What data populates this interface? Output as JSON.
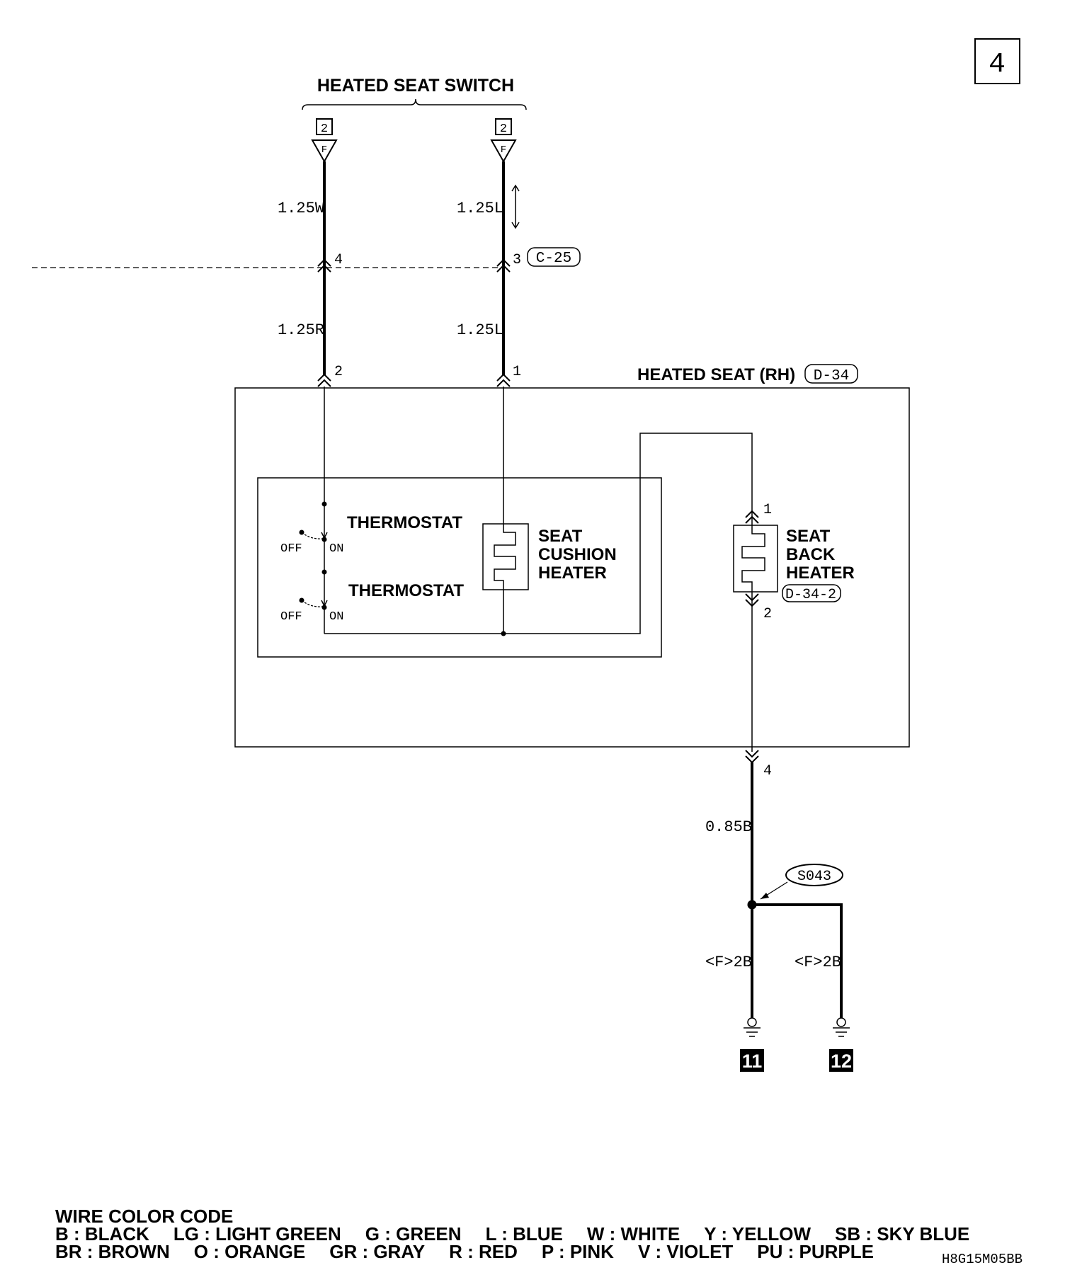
{
  "page_number": "4",
  "switch_title": "HEATED SEAT SWITCH",
  "switch_terminals": [
    {
      "pin": "2",
      "code": "F"
    },
    {
      "pin": "2",
      "code": "F"
    }
  ],
  "wires_upper": [
    "1.25W",
    "1.25L"
  ],
  "connector_c25": {
    "id": "C-25",
    "pins": [
      "4",
      "3"
    ]
  },
  "wires_lower": [
    "1.25R",
    "1.25L"
  ],
  "seat": {
    "title": "HEATED SEAT (RH)",
    "connector": "D-34",
    "pins_in": [
      "2",
      "1"
    ],
    "thermostat_label": "THERMOSTAT",
    "off_label": "OFF",
    "on_label": "ON",
    "cushion_heater": [
      "SEAT",
      "CUSHION",
      "HEATER"
    ],
    "back_heater": [
      "SEAT",
      "BACK",
      "HEATER"
    ],
    "back_heater_connector": "D-34-2",
    "back_heater_pins": [
      "1",
      "2"
    ],
    "out_pin": "4"
  },
  "ground_wire": "0.85B",
  "splice": "S043",
  "branch_wires": [
    "<F>2B",
    "<F>2B"
  ],
  "grounds": [
    "11",
    "12"
  ],
  "wire_color_code": {
    "title": "WIRE COLOR CODE",
    "row1": [
      "B : BLACK",
      "LG : LIGHT GREEN",
      "G : GREEN",
      "L : BLUE",
      "W : WHITE",
      "Y : YELLOW",
      "SB : SKY BLUE"
    ],
    "row2": [
      "BR : BROWN",
      "O : ORANGE",
      "GR : GRAY",
      "R : RED",
      "P : PINK",
      "V : VIOLET",
      "PU : PURPLE"
    ]
  },
  "document_id": "H8G15M05BB"
}
